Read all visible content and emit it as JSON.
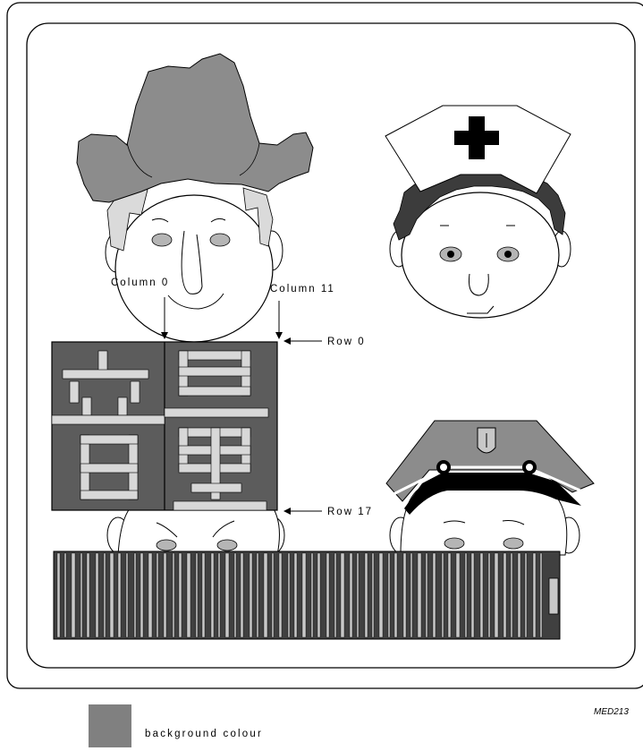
{
  "labels": {
    "column_start": "Column 0",
    "column_end": "Column 11",
    "row_start": "Row 0",
    "row_end": "Row 17",
    "figure_id": "MED213"
  },
  "legend": {
    "label": "background colour",
    "swatch_color": "#808080"
  },
  "colors": {
    "text_block_background": "#5c5c5c",
    "character_strokes": "#d8d8d8",
    "cowboy_hat": "#8c8c8c",
    "hair_light": "#dadada",
    "nurse_hair": "#3c3c3c",
    "police_cap": "#8c8c8c",
    "police_visor": "#000000",
    "eyes": "#b5b5b5",
    "barcode_dark": "#404040",
    "barcode_light": "#c8c8c8"
  },
  "icons": [
    "cowboy-face",
    "nurse-face",
    "police-face",
    "red-cross-icon",
    "barcode-strip"
  ]
}
